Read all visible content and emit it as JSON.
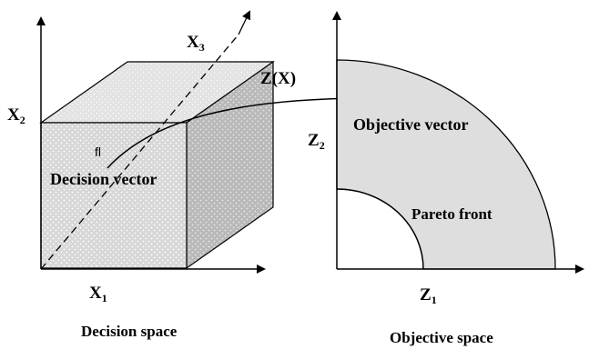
{
  "decision_space": {
    "axis_x1": {
      "main": "X",
      "sub": "1"
    },
    "axis_x2": {
      "main": "X",
      "sub": "2"
    },
    "axis_x3": {
      "main": "X",
      "sub": "3"
    },
    "vector_label": "Decision vector",
    "point_tag": "fl",
    "caption": "Decision space"
  },
  "mapping": {
    "label": "Z(X)"
  },
  "objective_space": {
    "axis_z1": {
      "main": "Z",
      "sub": "1"
    },
    "axis_z2": {
      "main": "Z",
      "sub": "2"
    },
    "vector_label": "Objective vector",
    "front_label": "Pareto front",
    "caption": "Objective space"
  },
  "colors": {
    "region_fill": "#dedede",
    "cube_front": "#d7d7d7",
    "cube_top": "#e3e3e3",
    "cube_side": "#b9b9b9",
    "dots": "#ffffff",
    "ink": "#000000"
  }
}
